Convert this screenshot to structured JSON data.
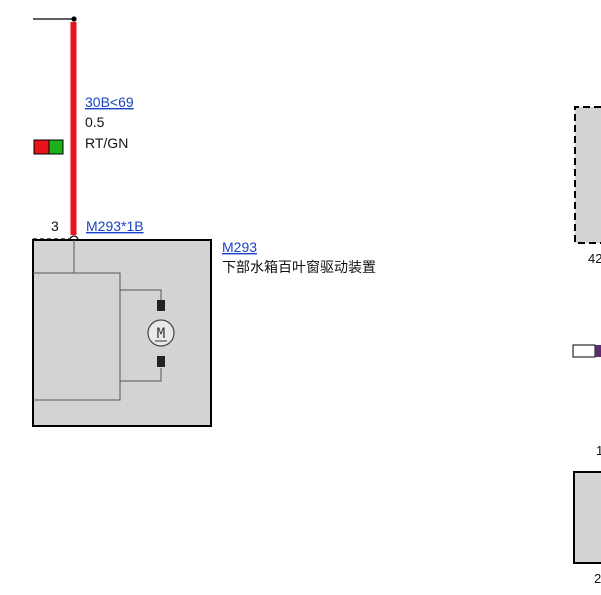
{
  "wire": {
    "circuit_ref": "30B<69",
    "cross_section": "0.5",
    "color_code": "RT/GN",
    "colors": {
      "primary": "#e8141b",
      "stripe": "#1cb11c"
    }
  },
  "connector": {
    "pin_number": "3",
    "pin_ref": "M293*1B"
  },
  "component": {
    "id": "M293",
    "description": "下部水箱百叶窗驱动装置",
    "motor_symbol": "M",
    "fill_color": "#d3d3d3"
  },
  "right_edge_labels": {
    "upper_box_pin": "42",
    "mid_marker": "1",
    "lower_box_pin": "2"
  },
  "colors": {
    "link": "#1a43c9",
    "wire_secondary": "#5b2c6f"
  }
}
